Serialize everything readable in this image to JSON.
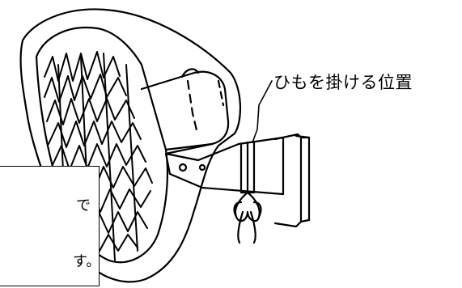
{
  "callout": {
    "label": "ひもを掛ける位置"
  },
  "note": {
    "line_1": "で",
    "line_2": "す。"
  },
  "colors": {
    "stroke": "#000000",
    "background": "#ffffff"
  },
  "icons": [
    "fan-illustration",
    "mounting-bracket",
    "string-knot"
  ]
}
